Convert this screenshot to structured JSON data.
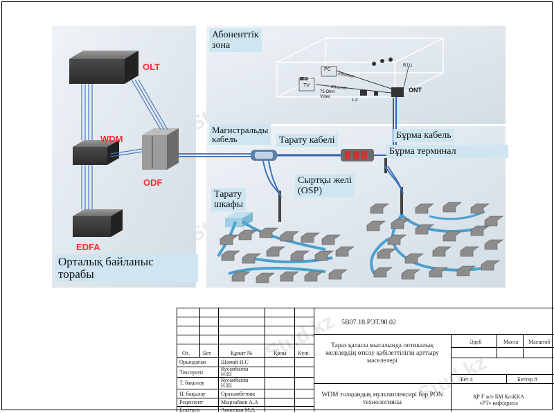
{
  "diagram": {
    "olt": "OLT",
    "wdm": "WDM",
    "odf": "ODF",
    "edfa": "EDFA",
    "central_node": "Орталық байланыс\nторабы",
    "subscriber_zone": "Абоненттік\nзона",
    "trunk_cable": "Магистральды\nкабель",
    "dist_cable": "Тарату кабелі",
    "drop_cable": "Бұрма кабель",
    "drop_terminal": "Бұрма терминал",
    "osp": "Сыртқы желі\n(OSP)",
    "dist_cabinet": "Тарату\nшкафы",
    "ont": "ONT",
    "home_pc": "PC",
    "home_ethernet1": "Ethernet",
    "home_ethernet2": "Ethernet",
    "home_stb": "STB",
    "home_tv": "TV",
    "home_ohm": "75 Ohm",
    "home_video": "Video",
    "home_rj11": "RJ11",
    "home_ratio": "1:4"
  },
  "watermark": "Stud.kz",
  "stamp": {
    "doc_code": "5В07.18.РЭТ.90.02",
    "title": "Тараз қаласы мысалында оптикалық желілердің өткізу қабілеттілігін арттыру мәселелері",
    "subtitle": "WDM толқындық мультиплексирі бар PON технологиясы",
    "col_izm": "Өз.",
    "col_list": "Бет",
    "col_doc": "Құжат №",
    "col_sign": "Қолы",
    "col_date": "Күні",
    "col_letter": "Әдеб",
    "col_mass": "Масса",
    "col_scale": "Масштаб",
    "sheet": "Бет 4",
    "sheets": "Беттер 8",
    "org": "ҚР Ғ ж/е БМ КазККА\n«РТ» кафедрасы",
    "rows": [
      {
        "role": "Орындаған",
        "name": "Шомай Н.С"
      },
      {
        "role": "Тексерген",
        "name": "Кусамбаева\nН.Ш"
      },
      {
        "role": "Т. бақылау",
        "name": "Кусамбаева\nН.Ш"
      },
      {
        "role": "Н. бақылау",
        "name": "Оразымбетова"
      },
      {
        "role": "Рецензент",
        "name": "Мырзабаев А.А"
      },
      {
        "role": "Бекіткен",
        "name": "Анисская М.А"
      }
    ]
  }
}
